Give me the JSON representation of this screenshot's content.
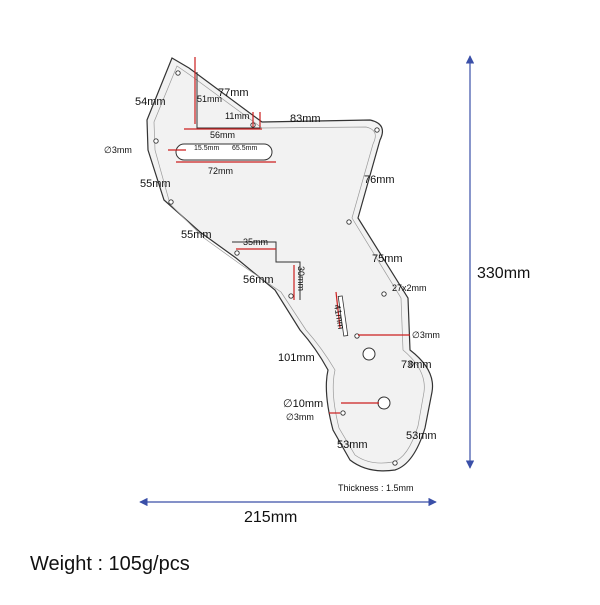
{
  "colors": {
    "outline": "#333333",
    "plate": "#f2f2f2",
    "dimension_red": "#cc1f1f",
    "dimension_blue": "#3a4fa8",
    "text": "#111111"
  },
  "labels": {
    "d77": "77mm",
    "d54": "54mm",
    "d51": "51mm",
    "d11": "11mm",
    "d83": "83mm",
    "d56a": "56mm",
    "hole3a": "∅3mm",
    "d15_5": "15.5mm",
    "d65_5": "65.5mm",
    "d72": "72mm",
    "d55a": "55mm",
    "d76": "76mm",
    "d55b": "55mm",
    "d35": "35mm",
    "d30": "30mm",
    "d56b": "56mm",
    "d75": "75mm",
    "d27x2": "27x2mm",
    "d41": "41mm",
    "hole3b": "∅3mm",
    "d101": "101mm",
    "d73": "73mm",
    "hole10": "∅10mm",
    "hole3c": "∅3mm",
    "d53a": "53mm",
    "d53b": "53mm",
    "thickness": "Thickness : 1.5mm",
    "height": "330mm",
    "width": "215mm"
  },
  "footer": {
    "weight": "Weight : 105g/pcs"
  }
}
